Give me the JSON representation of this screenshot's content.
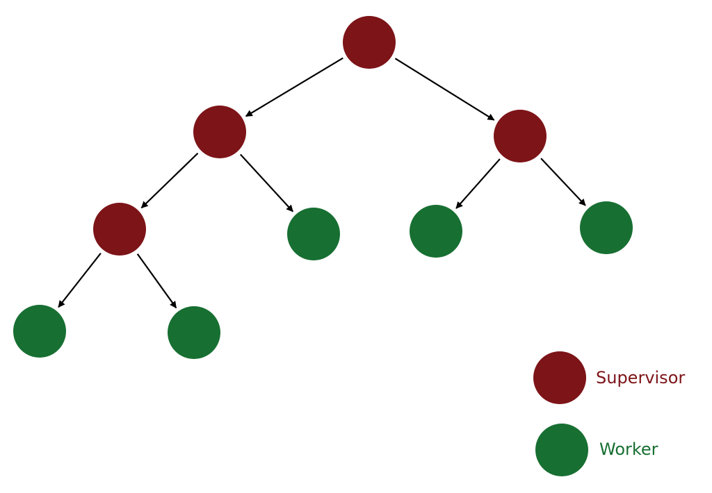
{
  "colors": {
    "supervisor": "#7d1418",
    "worker": "#176f32",
    "arrow": "#000000",
    "background": "#ffffff"
  },
  "tree": {
    "nodes": [
      {
        "id": "root",
        "role": "supervisor"
      },
      {
        "id": "supervisor-left",
        "role": "supervisor"
      },
      {
        "id": "supervisor-right",
        "role": "supervisor"
      },
      {
        "id": "supervisor-left-left",
        "role": "supervisor"
      },
      {
        "id": "worker-left-right",
        "role": "worker"
      },
      {
        "id": "worker-right-left",
        "role": "worker"
      },
      {
        "id": "worker-right-right",
        "role": "worker"
      },
      {
        "id": "worker-leaf-1",
        "role": "worker"
      },
      {
        "id": "worker-leaf-2",
        "role": "worker"
      }
    ],
    "edges": [
      {
        "from": "root",
        "to": "supervisor-left"
      },
      {
        "from": "root",
        "to": "supervisor-right"
      },
      {
        "from": "supervisor-left",
        "to": "supervisor-left-left"
      },
      {
        "from": "supervisor-left",
        "to": "worker-left-right"
      },
      {
        "from": "supervisor-right",
        "to": "worker-right-left"
      },
      {
        "from": "supervisor-right",
        "to": "worker-right-right"
      },
      {
        "from": "supervisor-left-left",
        "to": "worker-leaf-1"
      },
      {
        "from": "supervisor-left-left",
        "to": "worker-leaf-2"
      }
    ]
  },
  "legend": {
    "supervisor_label": "Supervisor",
    "worker_label": "Worker"
  }
}
